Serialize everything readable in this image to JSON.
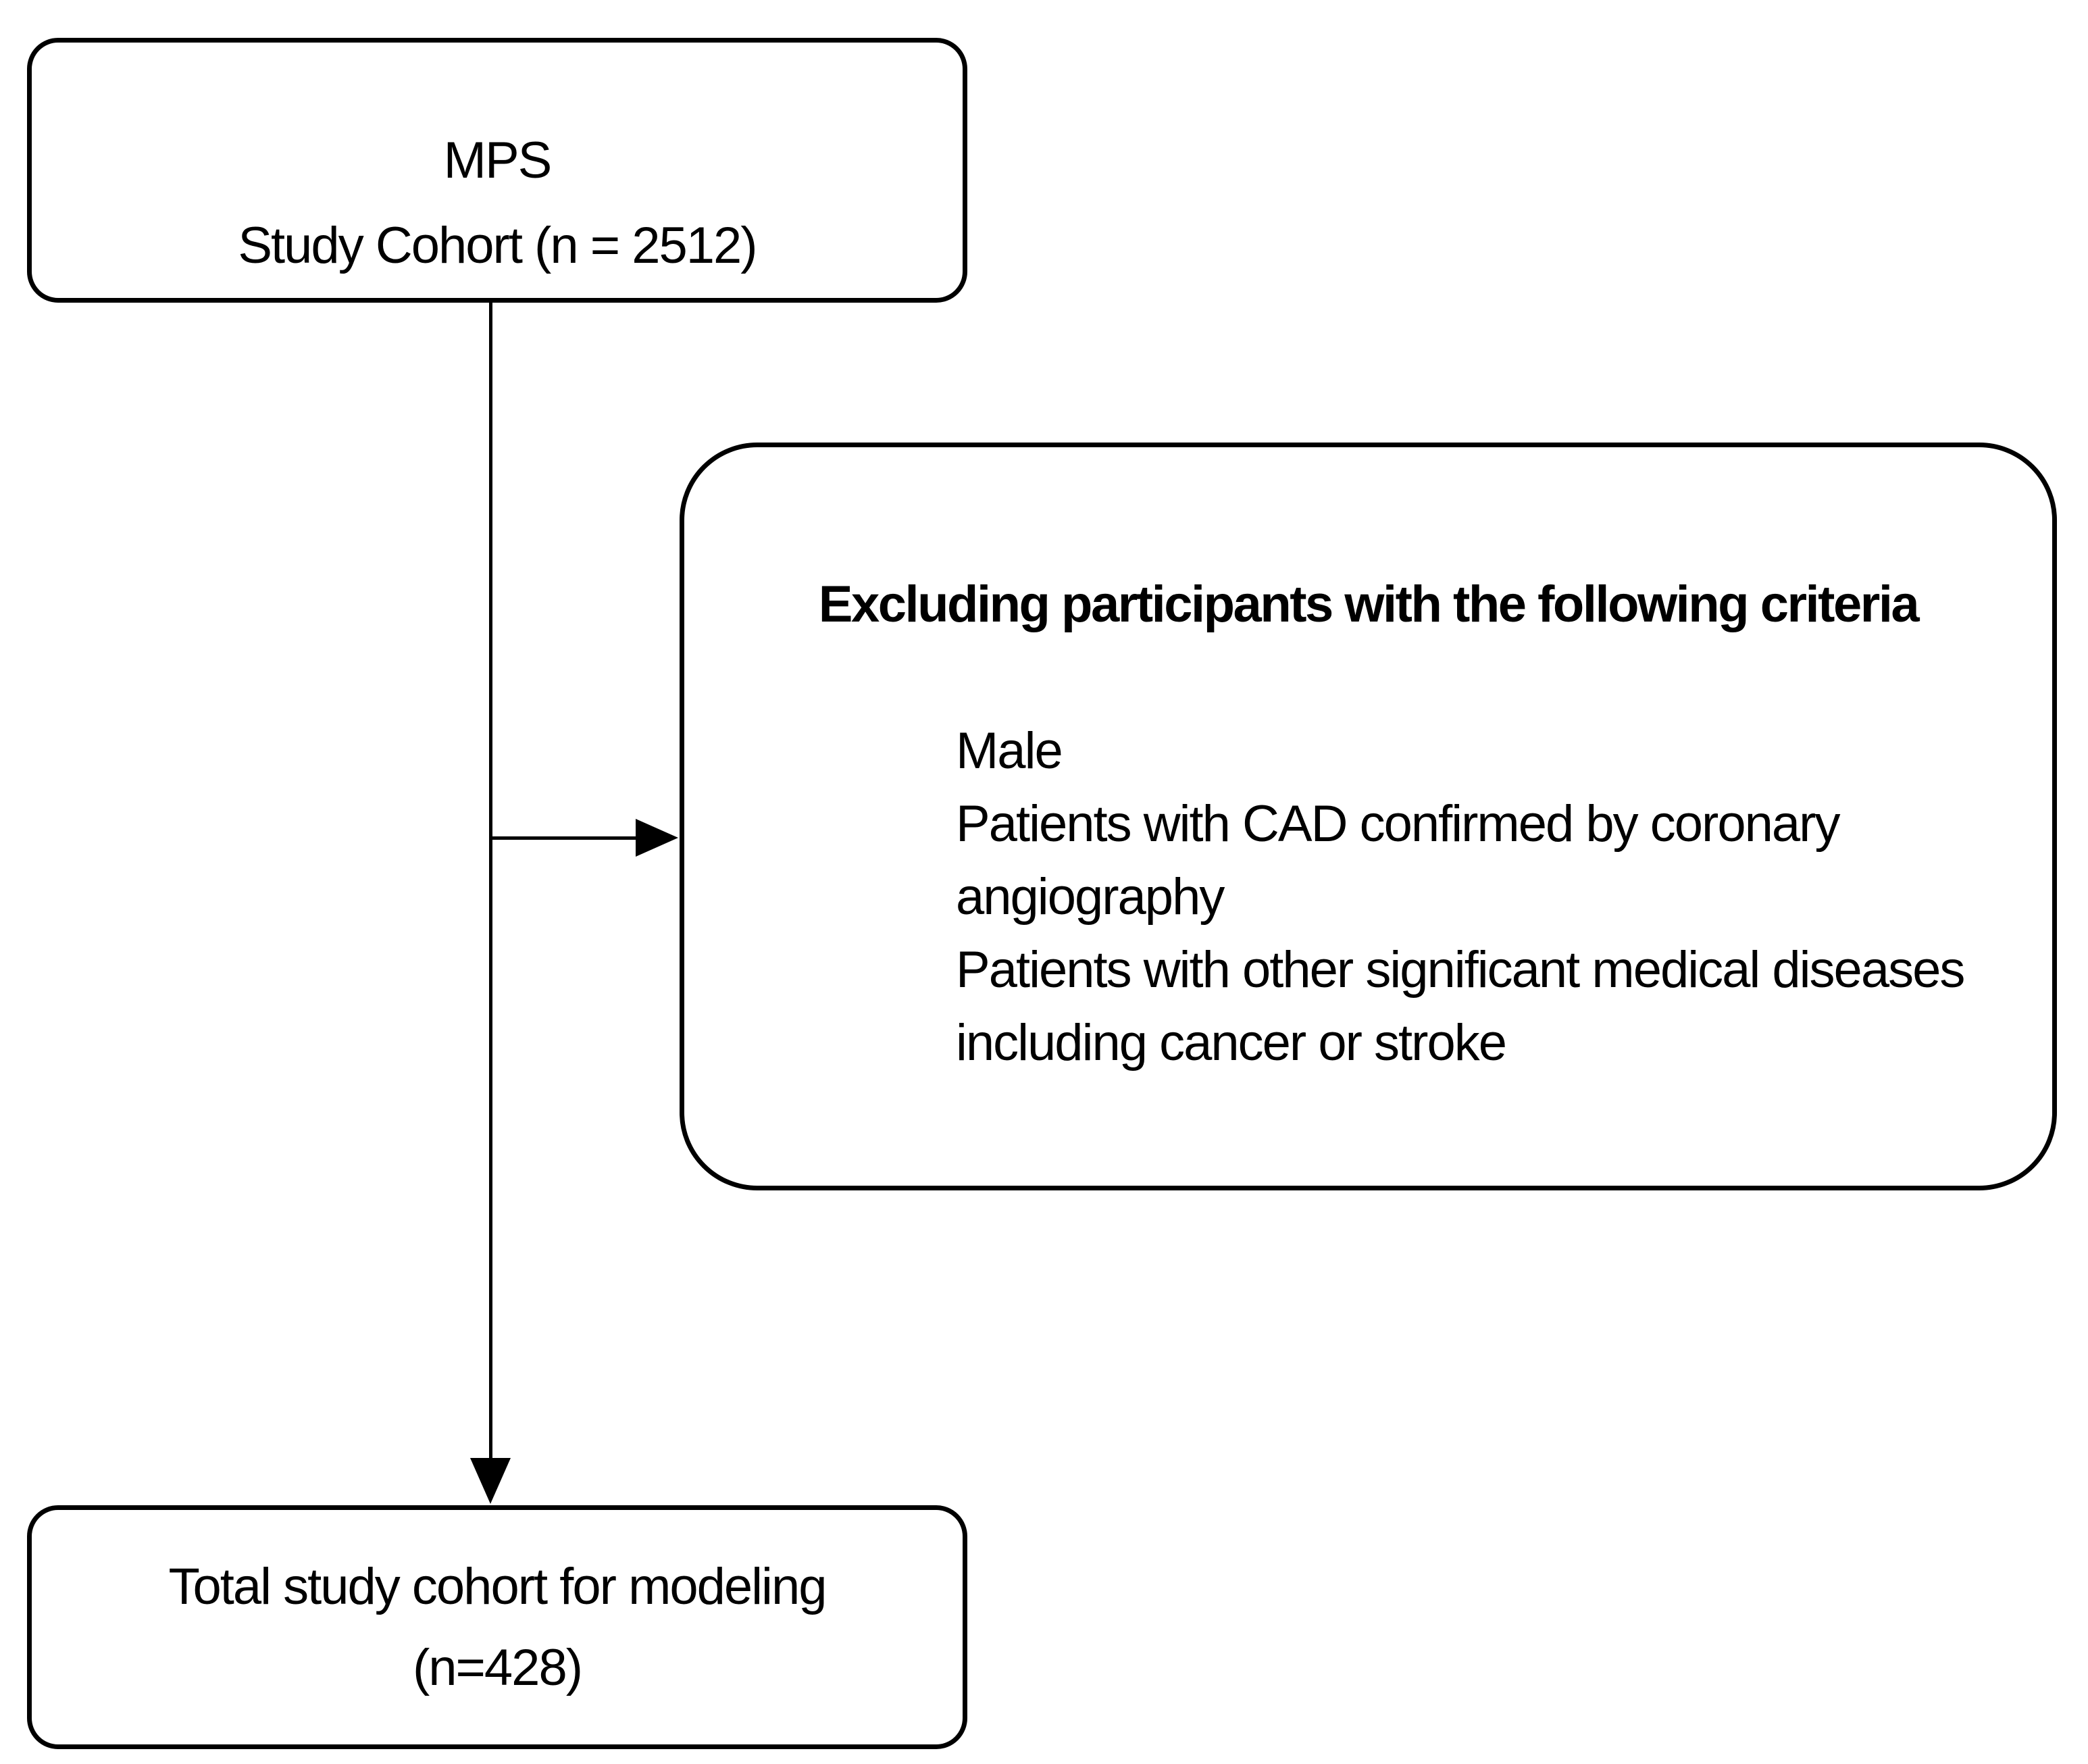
{
  "colors": {
    "background": "#ffffff",
    "box_border": "#000000",
    "text": "#000000",
    "connector": "#000000"
  },
  "top_box": {
    "line1": "MPS",
    "line2": "Study Cohort (n = 2512)"
  },
  "exclusion_box": {
    "heading": "Excluding participants with the following criteria",
    "lines": [
      "Male",
      "Patients with CAD confirmed by coronary",
      "angiography",
      "Patients with other significant medical diseases",
      "including cancer or stroke"
    ]
  },
  "bottom_box": {
    "line1": "Total study cohort for modeling",
    "line2": "(n=428)"
  }
}
